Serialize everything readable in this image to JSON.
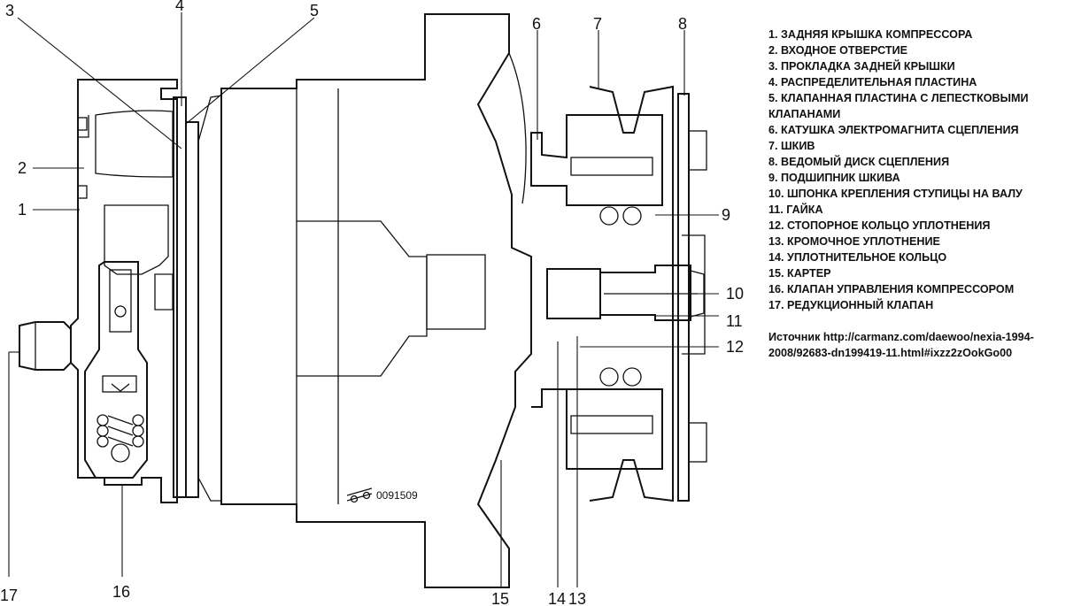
{
  "callout_numbers": [
    "1",
    "2",
    "3",
    "4",
    "5",
    "6",
    "7",
    "8",
    "9",
    "10",
    "11",
    "12",
    "13",
    "14",
    "15",
    "16",
    "17"
  ],
  "legend": [
    "1. ЗАДНЯЯ КРЫШКА КОМПРЕССОРА",
    "2. ВХОДНОЕ ОТВЕРСТИЕ",
    "3. ПРОКЛАДКА ЗАДНЕЙ КРЫШКИ",
    "4. РАСПРЕДЕЛИТЕЛЬНАЯ ПЛАСТИНА",
    "5. КЛАПАННАЯ ПЛАСТИНА С ЛЕПЕСТКОВЫМИ КЛАПАНАМИ",
    "6. КАТУШКА ЭЛЕКТРОМАГНИТА СЦЕПЛЕНИЯ",
    "7. ШКИВ",
    "8. ВЕДОМЫЙ ДИСК СЦЕПЛЕНИЯ",
    "9. ПОДШИПНИК ШКИВА",
    "10. ШПОНКА КРЕПЛЕНИЯ СТУПИЦЫ НА ВАЛУ",
    "11. ГАЙКА",
    "12. СТОПОРНОЕ КОЛЬЦО УПЛОТНЕНИЯ",
    "13. КРОМОЧНОЕ УПЛОТНЕНИЕ",
    "14. УПЛОТНИТЕЛЬНОЕ КОЛЬЦО",
    "15. КАРТЕР",
    "16. КЛАПАН УПРАВЛЕНИЯ КОМПРЕССОРОМ",
    "17. РЕДУКЦИОННЫЙ КЛАПАН"
  ],
  "source_text": "Источник http://carmanz.com/daewoo/nexia-1994-2008/92683-dn199419-11.html#ixzz2zOokGo00",
  "drawing_code": "0091509"
}
